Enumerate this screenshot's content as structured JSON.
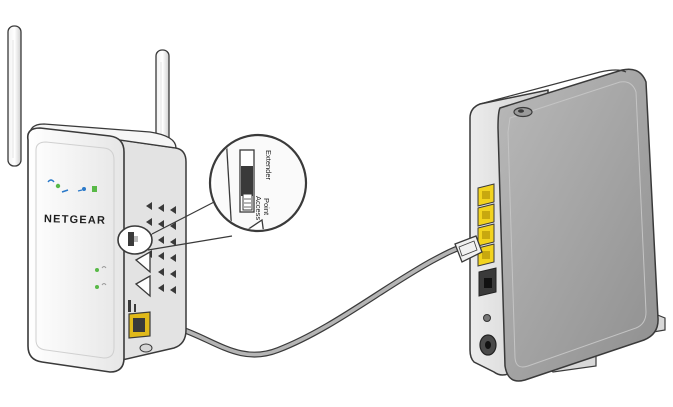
{
  "extender": {
    "brand": "NETGEAR"
  },
  "callout": {
    "label_top": "Extender",
    "label_bottom_1": "Access",
    "label_bottom_2": "Point"
  },
  "colors": {
    "device_body": "#f4f4f4",
    "device_outline": "#3a3a3a",
    "router_face": "#a9a9a9",
    "router_dark": "#6e6e6e",
    "port_yellow": "#f2d31f",
    "led_green": "#58b947",
    "led_blue": "#2a79c9",
    "ethernet_port": "#e0b91a",
    "cable": "#9a9a9a"
  },
  "icons": [
    "antenna-icon",
    "wifi-led-icon",
    "ethernet-cable-icon",
    "mode-switch-icon"
  ]
}
